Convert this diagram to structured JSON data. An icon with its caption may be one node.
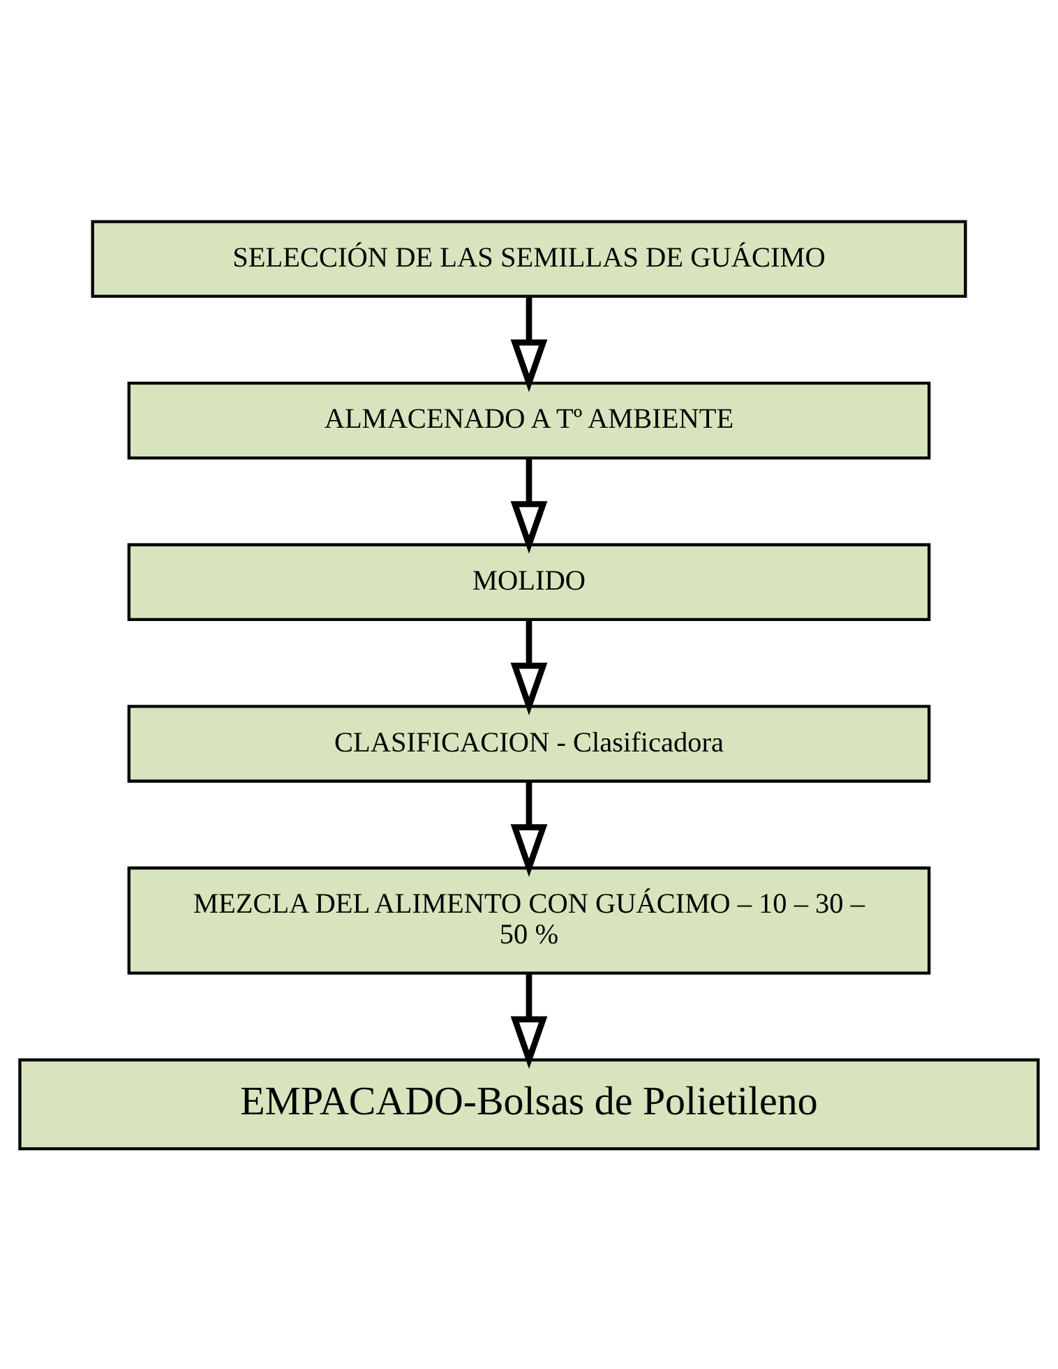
{
  "diagram": {
    "nodes": [
      {
        "text": [
          "SELECCIÓN DE LAS SEMILLAS DE GUÁCIMO"
        ]
      },
      {
        "text": [
          "ALMACENADO A Tº AMBIENTE"
        ]
      },
      {
        "text": [
          "MOLIDO"
        ]
      },
      {
        "text": [
          "CLASIFICACION - Clasificadora"
        ]
      },
      {
        "text": [
          "MEZCLA DEL ALIMENTO CON GUÁCIMO – 10 – 30 – 50 %"
        ]
      },
      {
        "text": [
          "EMPACADO-Bolsas de Polietileno"
        ]
      }
    ],
    "edges": [
      {
        "from": 0,
        "to": 1,
        "arrow": "to"
      },
      {
        "from": 1,
        "to": 2,
        "arrow": "to"
      },
      {
        "from": 2,
        "to": 3,
        "arrow": "to"
      },
      {
        "from": 3,
        "to": 4,
        "arrow": "to"
      },
      {
        "from": 4,
        "to": 5,
        "arrow": "to"
      }
    ]
  }
}
